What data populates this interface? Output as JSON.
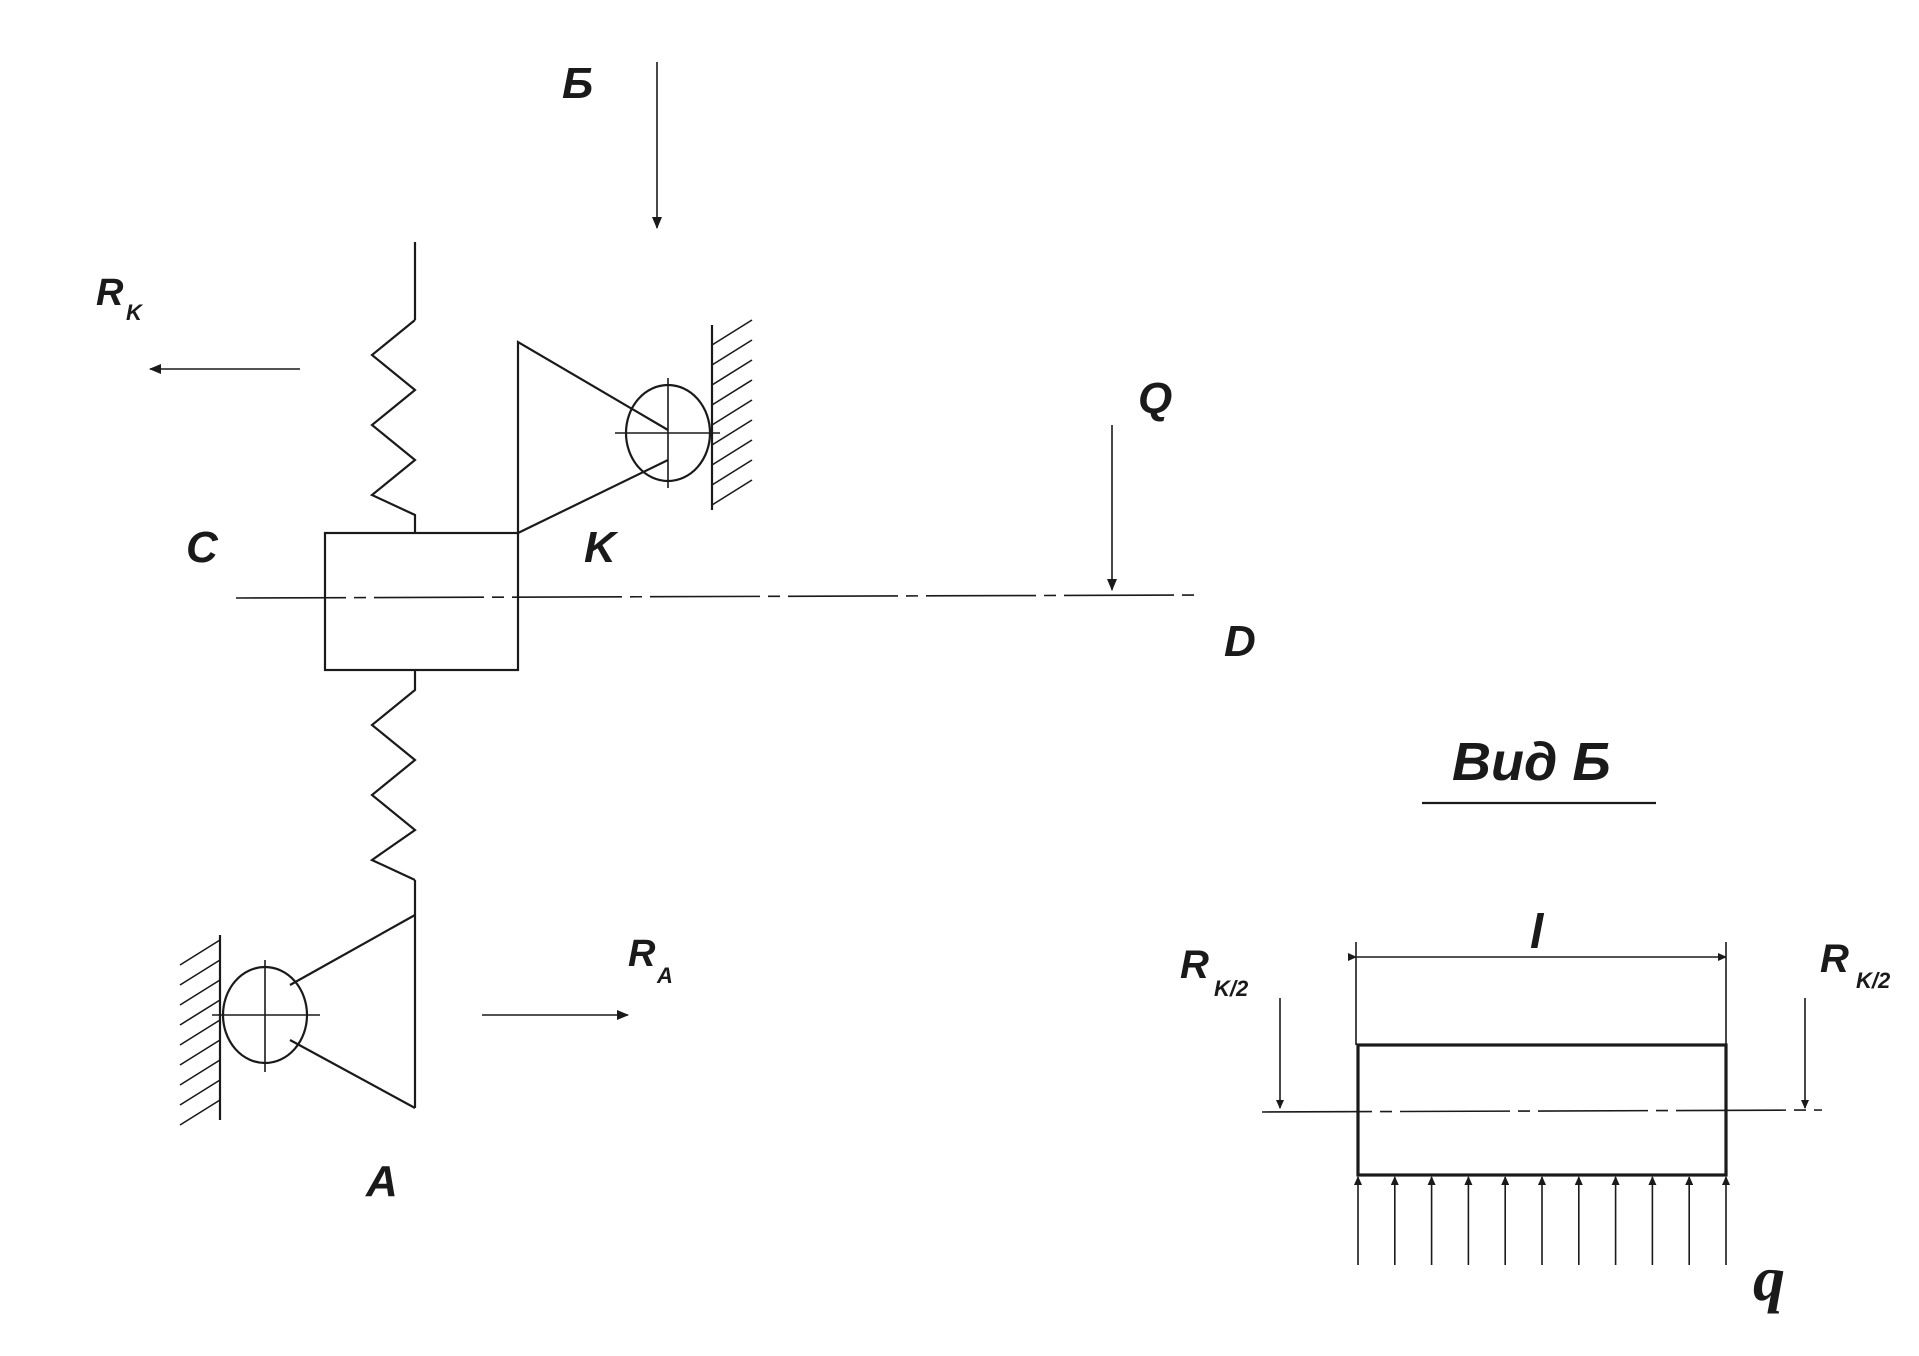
{
  "labels": {
    "B_top": "Б",
    "R": "R",
    "K_sub": "K",
    "A_sub": "A",
    "Q": "Q",
    "C": "C",
    "K": "K",
    "D": "D",
    "A": "A",
    "view_title": "Вид Б",
    "l": "l",
    "K2_sub": "K/2",
    "q": "q"
  }
}
